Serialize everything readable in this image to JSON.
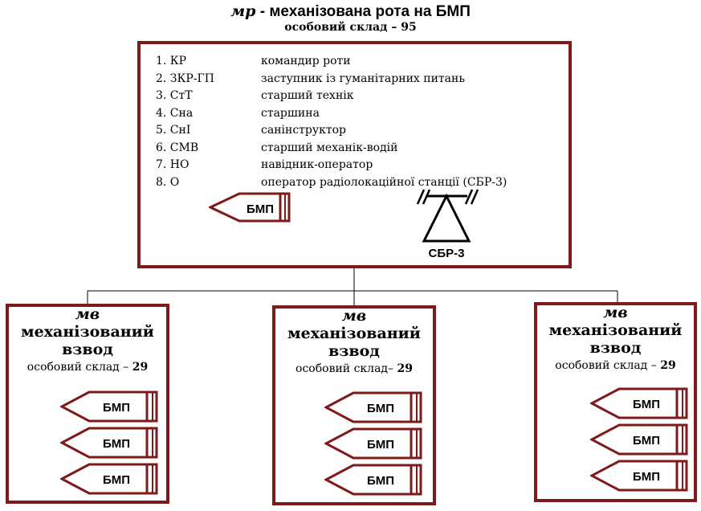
{
  "header": {
    "abbr": "мр",
    "title": " - механізована рота на БМП",
    "staff": "особовий склад – 95"
  },
  "company": {
    "legend": [
      {
        "code": "1. КР",
        "desc": "командир роти"
      },
      {
        "code": "2. ЗКР-ГП",
        "desc": "заступник із гуманітарних питань"
      },
      {
        "code": "3. СтТ",
        "desc": "старший технік"
      },
      {
        "code": "4. Сна",
        "desc": "старшина"
      },
      {
        "code": "5. СнІ",
        "desc": "санінструктор"
      },
      {
        "code": "6. СМВ",
        "desc": "старший механік-водій"
      },
      {
        "code": "7. НО",
        "desc": "навідник-оператор"
      },
      {
        "code": "8. О",
        "desc": "оператор радіолокаційної станції (СБР-3)"
      }
    ],
    "vehicle_label": "БМП",
    "radar_label": "СБР-3"
  },
  "platoons": [
    {
      "abbr": "мв",
      "name_line1": "механізований",
      "name_line2": "взвод",
      "staff_text": "особовий склад – ",
      "staff_num": "29",
      "vehicles": [
        "БМП",
        "БМП",
        "БМП"
      ]
    },
    {
      "abbr": "мв",
      "name_line1": "механізований",
      "name_line2": "взвод",
      "staff_text": "особовий склад– ",
      "staff_num": "29",
      "vehicles": [
        "БМП",
        "БМП",
        "БМП"
      ]
    },
    {
      "abbr": "мв",
      "name_line1": "механізований",
      "name_line2": "взвод",
      "staff_text": "особовий склад – ",
      "staff_num": "29",
      "vehicles": [
        "БМП",
        "БМП",
        "БМП"
      ]
    }
  ],
  "colors": {
    "frame": "#7f1a1a",
    "line": "#000000"
  }
}
